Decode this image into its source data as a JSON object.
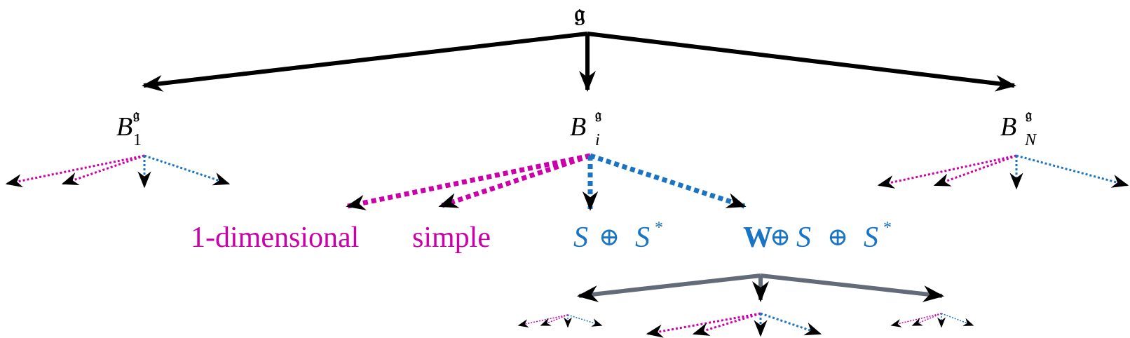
{
  "colors": {
    "black": "#000000",
    "magenta": "#cc00aa",
    "blue": "#1a74c4",
    "gray": "#636a78"
  },
  "root": {
    "symbol": "𝔤"
  },
  "nodes": {
    "b1": {
      "base": "B",
      "sup": "𝔤",
      "sub": "1"
    },
    "bi": {
      "base": "B",
      "sup": "𝔤",
      "sub": "i"
    },
    "bn": {
      "base": "B",
      "sup": "𝔤",
      "sub": "N"
    }
  },
  "leaves": {
    "one_dimensional": "1-dimensional",
    "simple": "simple",
    "s_sum": {
      "s": "S",
      "op": "⊕",
      "s_star": "S",
      "star": "*"
    },
    "w_sum": {
      "w": "W",
      "op1": "⊕",
      "s": "S",
      "op2": "⊕",
      "s_star": "S",
      "star": "*"
    }
  }
}
